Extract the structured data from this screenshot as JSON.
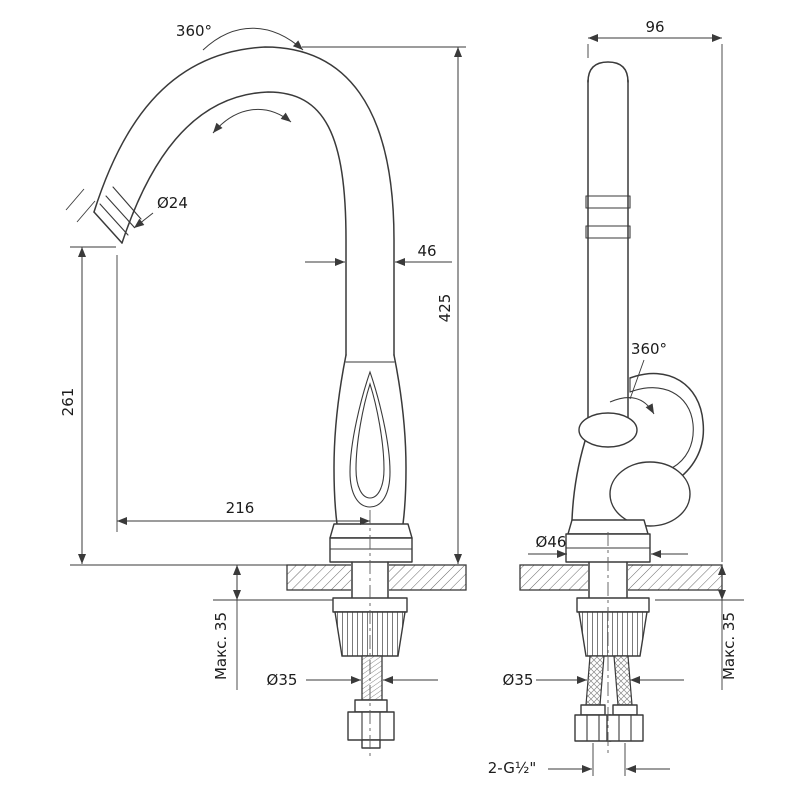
{
  "colors": {
    "line": "#3a3a3a",
    "text": "#1c1c1c",
    "background": "#ffffff"
  },
  "annotations": {
    "spout_rotation": "360°",
    "aerator_diameter": "Ø24",
    "spout_pipe_width": "46",
    "height_to_spout_top": "425",
    "height_to_outlet": "261",
    "spout_reach": "216",
    "left_max_mount_thickness": "Макс. 35",
    "left_shank_diameter": "Ø35",
    "body_depth": "96",
    "handle_rotation": "360°",
    "base_diameter": "Ø46",
    "right_max_mount_thickness": "Макс. 35",
    "right_shank_diameter": "Ø35",
    "hose_thread": "2-G½\""
  }
}
